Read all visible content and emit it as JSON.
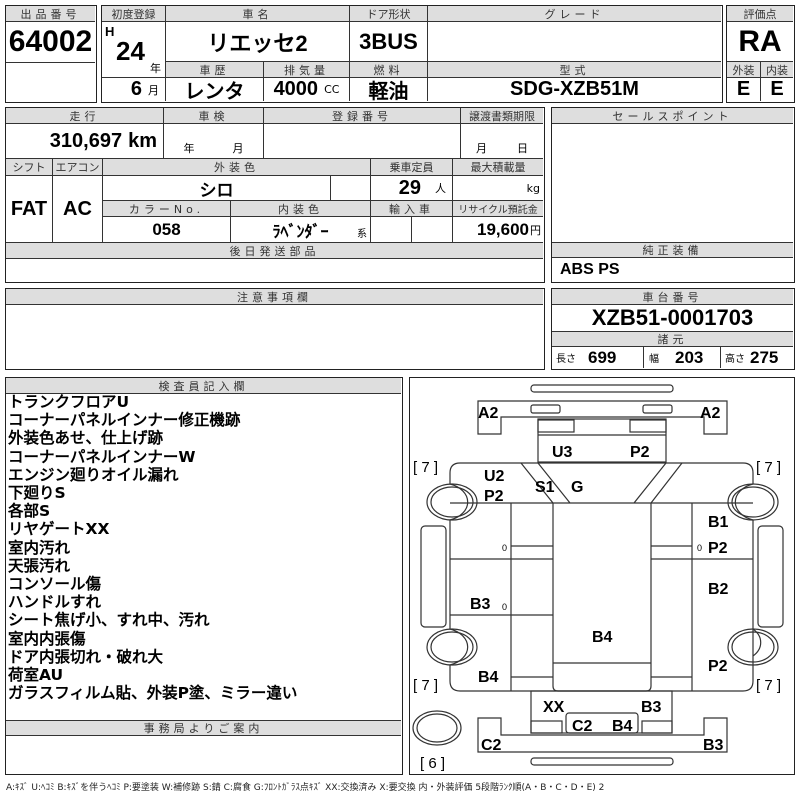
{
  "header": {
    "lot_label": "出品番号",
    "lot_number": "64002",
    "first_reg_label": "初度登録",
    "era": "H",
    "year": "24",
    "year_unit": "年",
    "month": "6",
    "month_unit": "月",
    "car_name_label": "車名",
    "car_name": "リエッセ2",
    "door_label": "ドア形状",
    "door": "3BUS",
    "grade_label": "グレード",
    "grade": "",
    "history_label": "車歴",
    "history": "レンタ",
    "displacement_label": "排気量",
    "displacement": "4000",
    "displacement_unit": "CC",
    "fuel_label": "燃料",
    "fuel": "軽油",
    "model_label": "型式",
    "model": "SDG-XZB51M",
    "score_label": "評価点",
    "score": "RA",
    "ext_label": "外装",
    "ext": "E",
    "int_label": "内装",
    "int": "E"
  },
  "details": {
    "mileage_label": "走行",
    "mileage": "310,697",
    "mileage_unit": "km",
    "inspection_label": "車検",
    "inspection_year_unit": "年",
    "inspection_month_unit": "月",
    "reg_number_label": "登録番号",
    "transfer_label": "譲渡書類期限",
    "transfer_month_unit": "月",
    "transfer_day_unit": "日",
    "shift_label": "シフト",
    "shift": "FAT",
    "ac_label": "エアコン",
    "ac": "AC",
    "color_label": "外装色",
    "color": "シロ",
    "capacity_label": "乗車定員",
    "capacity": "29",
    "capacity_unit": "人",
    "load_label": "最大積載量",
    "load_unit": "kg",
    "color_no_label": "カラーNo.",
    "color_no": "058",
    "interior_label": "内装色",
    "interior": "ﾗﾍﾞﾝﾀﾞｰ",
    "interior_unit": "系",
    "import_label": "輸入車",
    "recycle_label": "リサイクル預託金",
    "recycle": "19,600",
    "recycle_unit": "円",
    "later_parts_label": "後日発送部品"
  },
  "sales": {
    "label": "セールスポイント",
    "equip_label": "純正装備",
    "equipment": "ABS PS"
  },
  "caution": {
    "label": "注意事項欄"
  },
  "chassis": {
    "label": "車台番号",
    "number": "XZB51-0001703",
    "spec_label": "諸元",
    "length_label": "長さ",
    "length": "699",
    "width_label": "幅",
    "width": "203",
    "height_label": "高さ",
    "height": "275"
  },
  "inspector": {
    "label": "検査員記入欄",
    "notes": [
      "トランクフロアU",
      "コーナーパネルインナー修正機跡",
      "外装色あせ、仕上げ跡",
      "コーナーパネルインナーW",
      "エンジン廻りオイル漏れ",
      "下廻りS",
      "各部S",
      "リヤゲートXX",
      "室内汚れ",
      "天張汚れ",
      "コンソール傷",
      "ハンドルすれ",
      "シート焦げ小、すれ中、汚れ",
      "室内内張傷",
      "ドア内張切れ・破れ大",
      "荷室AU",
      "ガラスフィルム貼、外装P塗、ミラー違い"
    ]
  },
  "office": {
    "label": "事務局よりご案内"
  },
  "diagram": {
    "marks": [
      "A2",
      "A2",
      "U3",
      "P2",
      "U2",
      "P2",
      "S1",
      "G",
      "B1",
      "P2",
      "B2",
      "B3",
      "B4",
      "B4",
      "P2",
      "XX",
      "B3",
      "C2",
      "B4",
      "C2",
      "B3"
    ],
    "tires": [
      "[ 7 ]",
      "[ 7 ]",
      "[ 7 ]",
      "[ 7 ]",
      "[ 6 ]"
    ],
    "zeros": [
      "0",
      "0",
      "0"
    ]
  },
  "legend": "A:ｷｽﾞ U:ﾍｺﾐ B:ｷｽﾞを伴うﾍｺﾐ P:要塗装 W:補修跡 S:錆 C:腐食 G:ﾌﾛﾝﾄｶﾞﾗｽ点ｷｽﾞ XX:交換済み X:要交換 内・外装評価 5段階ﾗﾝｸ順(A・B・C・D・E) 2"
}
